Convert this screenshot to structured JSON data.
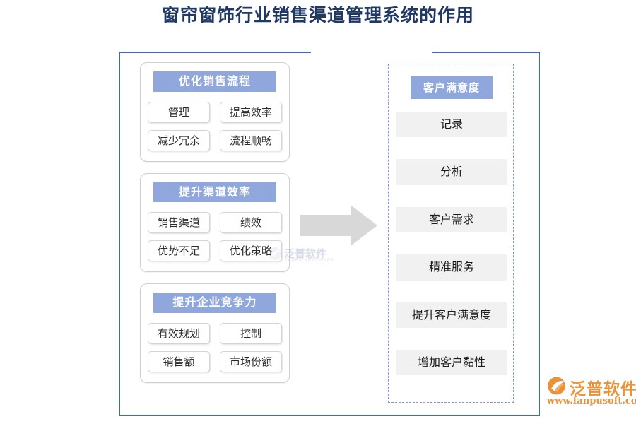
{
  "page": {
    "title": "窗帘窗饰行业销售渠道管理系统的作用",
    "title_color": "#1f3864",
    "accent_color": "#3f69c0",
    "header_color": "#8fa7dc",
    "chip_bg": "#ffffff",
    "panel_item_bg": "#f1f1f1",
    "dashed_border_color": "#7e9ade",
    "arrow_color": "#d8d8d8"
  },
  "left_groups": [
    {
      "header": "优化销售流程",
      "rows": [
        [
          "管理",
          "提高效率"
        ],
        [
          "减少冗余",
          "流程顺畅"
        ]
      ]
    },
    {
      "header": "提升渠道效率",
      "rows": [
        [
          "销售渠道",
          "绩效"
        ],
        [
          "优势不足",
          "优化策略"
        ]
      ]
    },
    {
      "header": "提升企业竞争力",
      "rows": [
        [
          "有效规划",
          "控制"
        ],
        [
          "销售额",
          "市场份额"
        ]
      ]
    }
  ],
  "right_panel": {
    "header": "客户满意度",
    "items": [
      "记录",
      "分析",
      "客户需求",
      "精准服务",
      "提升客户满意度",
      "增加客户黏性"
    ]
  },
  "watermarks": {
    "center": {
      "name": "泛普软件",
      "sub": "FANPU SOFTWARE"
    },
    "brand": {
      "name": "泛普软件",
      "url": "www.fanpusoft.com"
    }
  }
}
